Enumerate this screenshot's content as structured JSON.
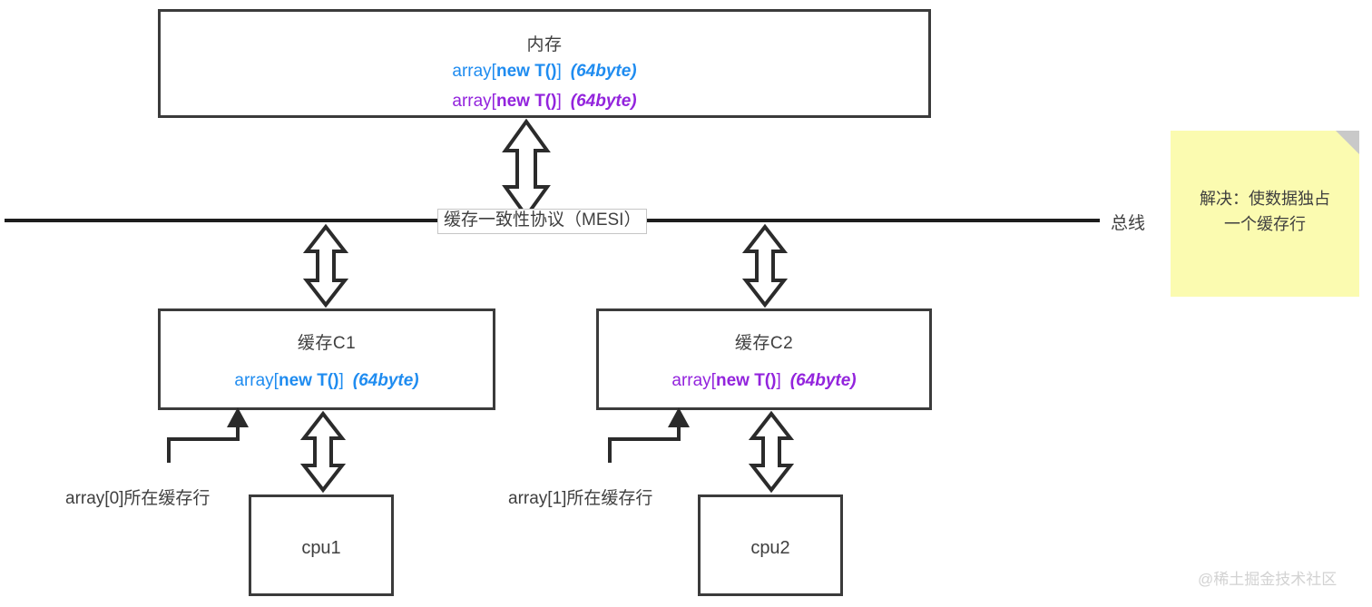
{
  "memory": {
    "title": "内存",
    "lines": [
      {
        "prefix": "array[",
        "kw": "new T()",
        "suffix": "]",
        "size": "(64byte)",
        "color": "#1f8cf0"
      },
      {
        "prefix": "array[",
        "kw": "new T()",
        "suffix": "]",
        "size": "(64byte)",
        "color": "#9324dd"
      }
    ]
  },
  "bus": {
    "label": "总线",
    "protocol_label": "缓存一致性协议（MESI）"
  },
  "caches": [
    {
      "title": "缓存C1",
      "code": {
        "prefix": "array[",
        "kw": "new T()",
        "suffix": "]",
        "size": "(64byte)"
      },
      "color": "#1f8cf0"
    },
    {
      "title": "缓存C2",
      "code": {
        "prefix": "array[",
        "kw": "new T()",
        "suffix": "]",
        "size": "(64byte)"
      },
      "color": "#9324dd"
    }
  ],
  "cpus": [
    {
      "label": "cpu1"
    },
    {
      "label": "cpu2"
    }
  ],
  "callouts": [
    {
      "label": "array[0]所在缓存行"
    },
    {
      "label": "array[1]所在缓存行"
    }
  ],
  "sticky_note": {
    "line1": "解决：使数据独占",
    "line2": "一个缓存行",
    "color": "#fbfbb0"
  },
  "watermark": {
    "text": "@稀土掘金技术社区"
  },
  "icons": {
    "double_arrow_memory_bus": "double-headed-vertical-arrow",
    "double_arrow_bus_cache1": "double-headed-vertical-arrow",
    "double_arrow_bus_cache2": "double-headed-vertical-arrow",
    "double_arrow_cache1_cpu1": "double-headed-vertical-arrow",
    "double_arrow_cache2_cpu2": "double-headed-vertical-arrow",
    "elbow_left": "elbow-arrow-up",
    "elbow_right": "elbow-arrow-up",
    "sticky_fold": "page-fold-corner"
  }
}
